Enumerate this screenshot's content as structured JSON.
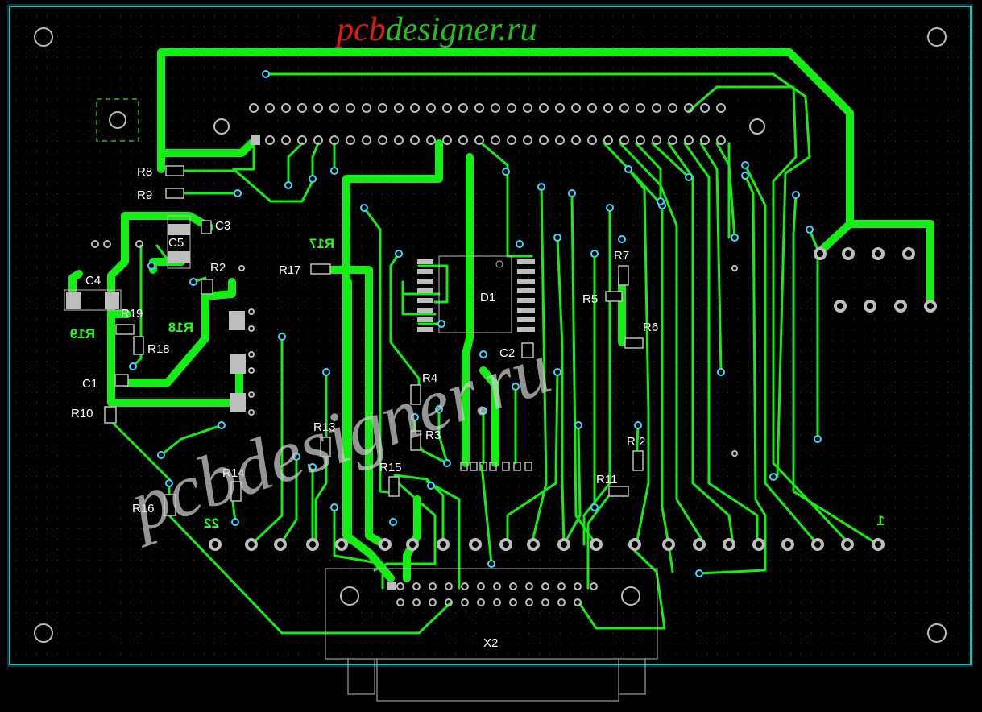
{
  "logo": {
    "part1": "pcb",
    "part2": "designer.ru",
    "color1": "#e01818",
    "color2": "#22c01e"
  },
  "watermark": "pcbdesigner.ru",
  "colors": {
    "board": "#000000",
    "outline": "#2fb8b8",
    "trace": "#14ee14",
    "via": "#3fd7ff",
    "pad": "#bdbdbd",
    "silk": "#ffffff"
  },
  "components": {
    "R8": "R8",
    "R9": "R9",
    "C3": "C3",
    "C5": "C5",
    "R2": "R2",
    "C4": "C4",
    "R19": "R19",
    "R18": "R18",
    "C1": "C1",
    "R10": "R10",
    "R17": "R17",
    "R4": "R4",
    "R3": "R3",
    "R13": "R13",
    "R15": "R15",
    "R14": "R14",
    "R16": "R16",
    "D1": "D1",
    "C2": "C2",
    "R7": "R7",
    "R5": "R5",
    "R6": "R6",
    "R12": "R 2",
    "R11": "R11",
    "X2": "X2"
  },
  "bottom_labels": {
    "r17": "R17",
    "r19": "R19",
    "r18": "R18",
    "n22": "22",
    "n1": "1"
  }
}
